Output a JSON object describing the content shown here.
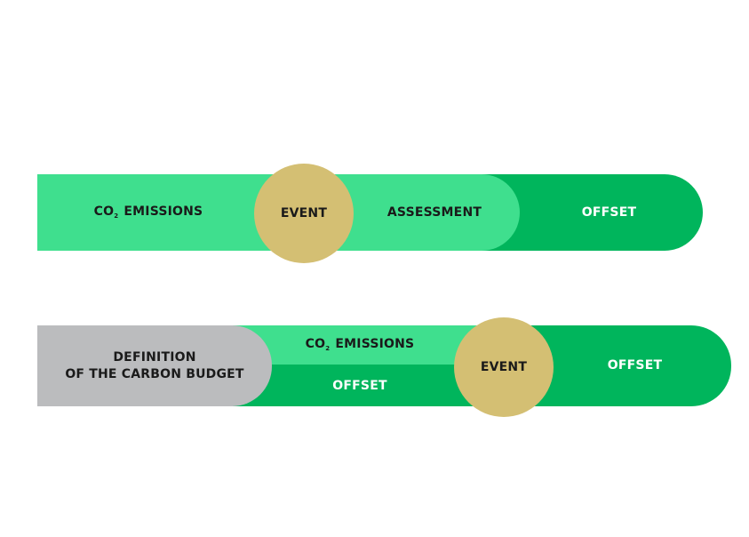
{
  "colors": {
    "light_green": "#3fdf8e",
    "dark_green": "#00b55c",
    "gold": "#d4bf73",
    "gray": "#bbbcbe"
  },
  "row1": {
    "emissions_prefix": "CO",
    "emissions_sub": "2",
    "emissions_suffix": " EMISSIONS",
    "event": "EVENT",
    "assessment": "ASSESSMENT",
    "offset": "OFFSET"
  },
  "row2": {
    "definition_line1": "DEFINITION",
    "definition_line2": "OF THE CARBON BUDGET",
    "emissions_prefix": "CO",
    "emissions_sub": "2",
    "emissions_suffix": " EMISSIONS",
    "offset_lower": "OFFSET",
    "event": "EVENT",
    "offset_right": "OFFSET"
  }
}
